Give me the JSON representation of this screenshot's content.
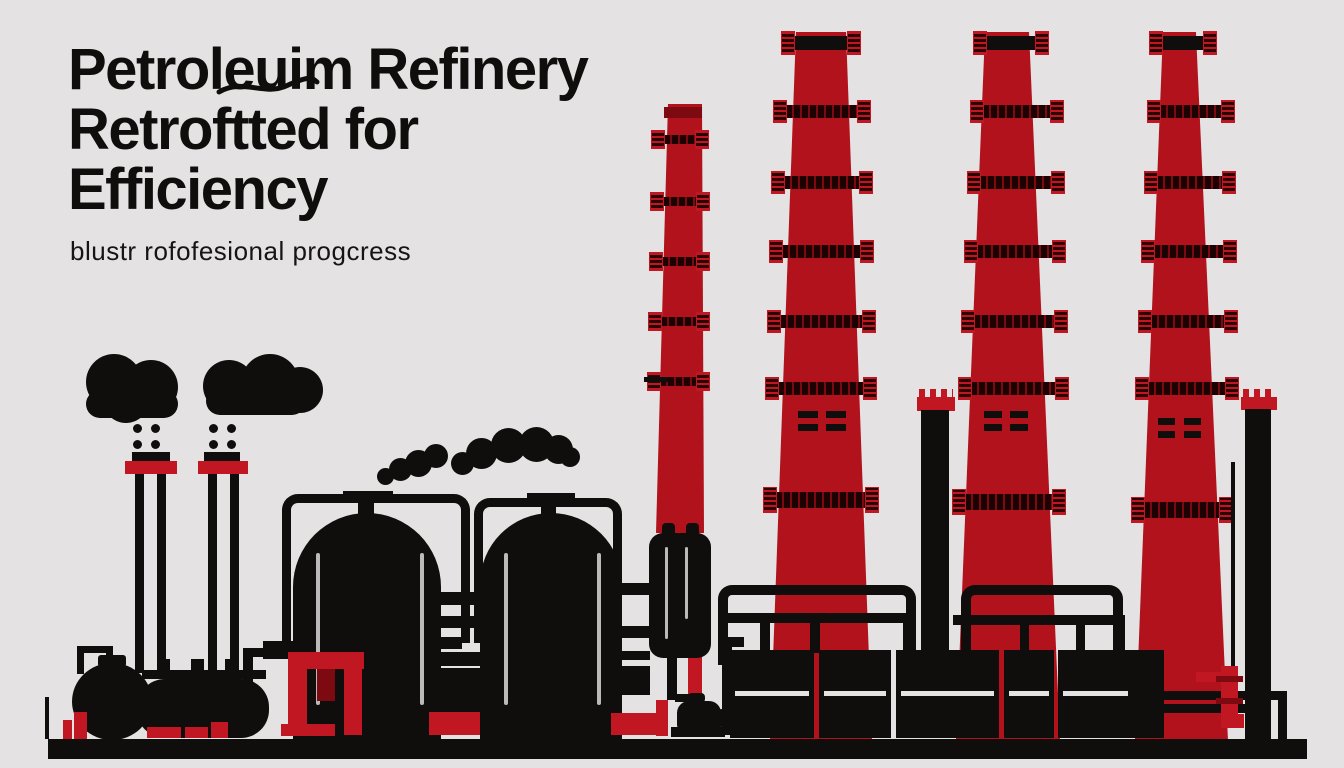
{
  "poster": {
    "title": {
      "line1": "Petroleuim Refinery",
      "line2": "Retroftted for",
      "line3": "Efficiency"
    },
    "subtitle": "blustr rofofesional progcress"
  },
  "colors": {
    "background": "#e4e2e3",
    "ink": "#100e0d",
    "red": "#b2121b",
    "red_bright": "#c01722",
    "red_dark": "#7c0a10",
    "band_dark": "#2a0405",
    "highlight": "#bcb9ba"
  }
}
